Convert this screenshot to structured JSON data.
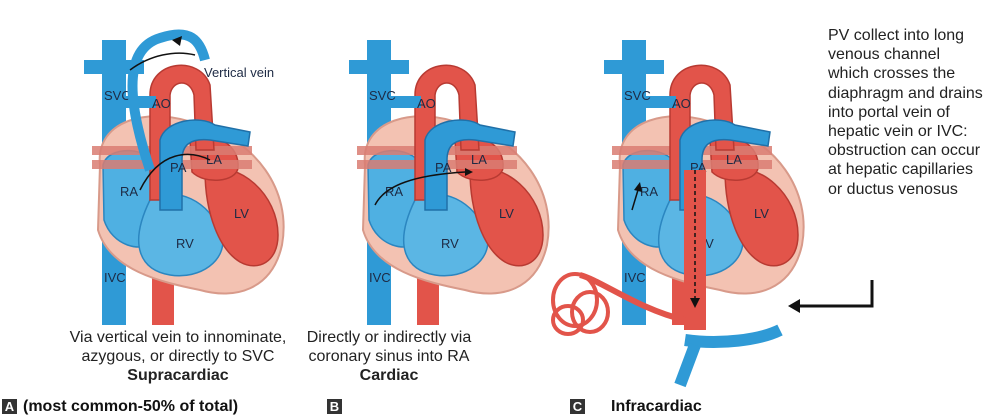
{
  "panels": [
    {
      "letter": "A",
      "labels": {
        "svc": "SVC",
        "ao": "AO",
        "pa": "PA",
        "la": "LA",
        "ra": "RA",
        "lv": "LV",
        "rv": "RV",
        "ivc": "IVC",
        "vertical_vein": "Vertical vein"
      },
      "caption_line1": "Via vertical vein to innominate,",
      "caption_line2": "azygous, or directly to SVC",
      "type": "Supracardiac",
      "footer": "(most common-50% of total)"
    },
    {
      "letter": "B",
      "labels": {
        "svc": "SVC",
        "ao": "AO",
        "pa": "PA",
        "la": "LA",
        "ra": "RA",
        "lv": "LV",
        "rv": "RV",
        "ivc": "IVC"
      },
      "caption_line1": "Directly or indirectly via",
      "caption_line2": "coronary sinus into RA",
      "type": "Cardiac",
      "footer": ""
    },
    {
      "letter": "C",
      "labels": {
        "svc": "SVC",
        "ao": "AO",
        "pa": "PA",
        "la": "LA",
        "ra": "RA",
        "lv": "LV",
        "rv": "RV",
        "ivc": "IVC"
      },
      "caption_line1": "",
      "caption_line2": "",
      "type": "",
      "footer": "Infracardiac"
    }
  ],
  "note": "PV collect into long venous channel which crosses the diaphragm and drains into portal vein of hepatic vein or IVC: obstruction can occur at hepatic capillaries or ductus venosus",
  "colors": {
    "vein_blue": "#2f9ad6",
    "artery_red": "#e2544a",
    "heart_pink": "#f3c2b2",
    "ventricle_blue": "#5bb6e4"
  }
}
